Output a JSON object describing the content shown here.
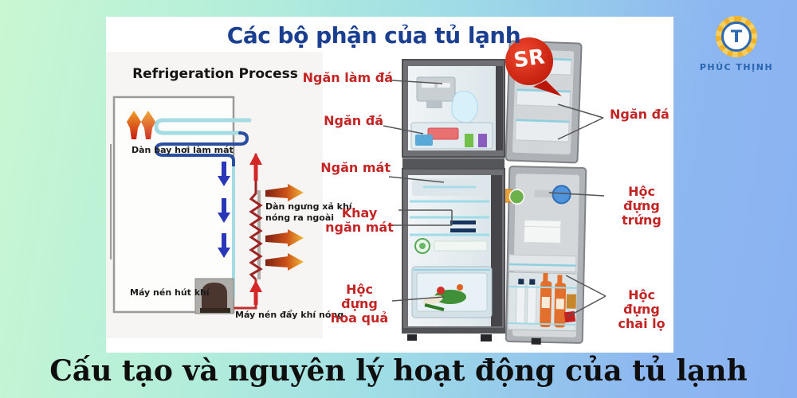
{
  "header": {
    "title": "Các bộ phận của tủ lạnh"
  },
  "footer": {
    "title": "Cấu tạo và nguyên lý hoạt động của tủ lạnh"
  },
  "logo": {
    "brand": "PHÚC THỊNH",
    "monogram": "T"
  },
  "process_diagram": {
    "title": "Refrigeration Process",
    "evaporator_label": "Dàn bay hơi làm mát",
    "condenser_label": "Dàn ngưng xả khí\nnóng ra ngoài",
    "compressor_suction_label": "Máy nén hút khí",
    "compressor_discharge_label": "Máy nén đẩy khí nóng"
  },
  "fridge": {
    "badge": "SR",
    "labels_left": [
      {
        "label": "Ngăn làm đá"
      },
      {
        "label": "Ngăn đá"
      },
      {
        "label": "Ngăn mát"
      },
      {
        "label": "Khay ngăn mát"
      },
      {
        "label": "Hộc đựng hoa quả"
      }
    ],
    "labels_right": [
      {
        "label": "Ngăn đá"
      },
      {
        "label": "Hộc đựng trứng"
      },
      {
        "label": "Hộc đựng chai lọ"
      }
    ]
  },
  "colors": {
    "label_red": "#c32525",
    "title_blue": "#1b3f90",
    "badge_red": "#d42814",
    "logo_gold": "#f0b42c",
    "logo_blue": "#2a65b0",
    "bg_left_mint": "#c9f7d2",
    "bg_right_blue": "#8ab2f2"
  }
}
